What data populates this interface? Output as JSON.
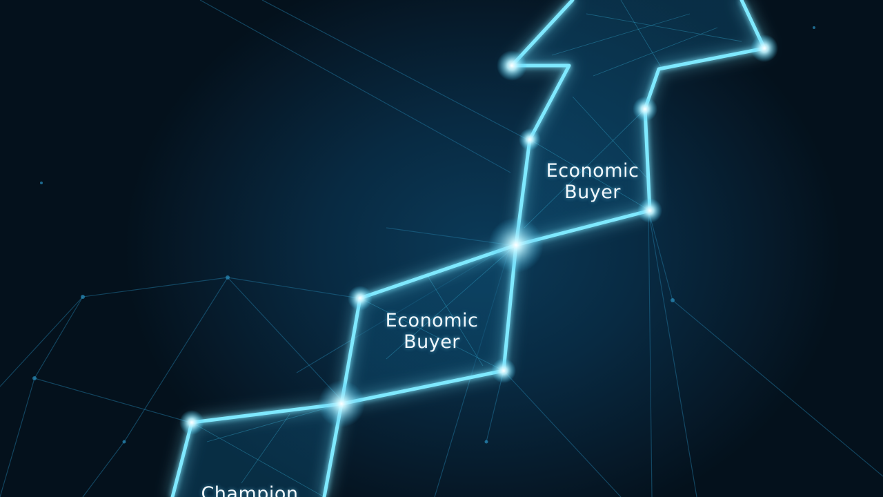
{
  "scene": {
    "background_color": "#061826",
    "glow_color": "#6fe3ff",
    "line_color": "#37c7f0"
  },
  "labels": {
    "top": {
      "line1": "Economic",
      "line2": "Buyer"
    },
    "middle": {
      "line1": "Economic",
      "line2": "Buyer"
    },
    "bottom": {
      "line1": "Champion"
    }
  }
}
